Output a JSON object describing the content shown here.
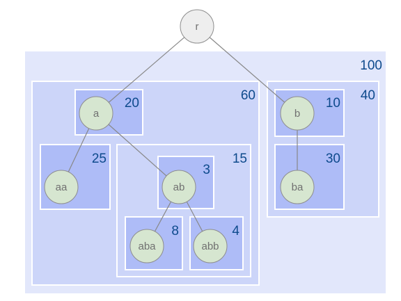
{
  "diagram": {
    "root": {
      "label": "r"
    },
    "boxes": {
      "outer": {
        "value": "100"
      },
      "a_group": {
        "value": "60"
      },
      "a": {
        "value": "20"
      },
      "aa": {
        "value": "25"
      },
      "ab_group": {
        "value": "15"
      },
      "ab": {
        "value": "3"
      },
      "aba": {
        "value": "8"
      },
      "abb": {
        "value": "4"
      },
      "b_group": {
        "value": "40"
      },
      "b": {
        "value": "10"
      },
      "ba": {
        "value": "30"
      }
    },
    "nodes": {
      "r": "r",
      "a": "a",
      "aa": "aa",
      "ab": "ab",
      "aba": "aba",
      "abb": "abb",
      "b": "b",
      "ba": "ba"
    },
    "edges": [
      [
        "r",
        "a"
      ],
      [
        "r",
        "b"
      ],
      [
        "a",
        "aa"
      ],
      [
        "a",
        "ab"
      ],
      [
        "ab",
        "aba"
      ],
      [
        "ab",
        "abb"
      ],
      [
        "b",
        "ba"
      ]
    ],
    "colors": {
      "outer_fill": "#e2e7fb",
      "group_fill": "#ccd5f9",
      "inner_fill": "#aebcf7",
      "box_stroke": "#ffffff",
      "node_fill": "#d6e6d0",
      "node_stroke": "#8d8d8d",
      "root_fill": "#eeeeee",
      "edge": "#888888",
      "value_text": "#0d4a8c"
    }
  }
}
